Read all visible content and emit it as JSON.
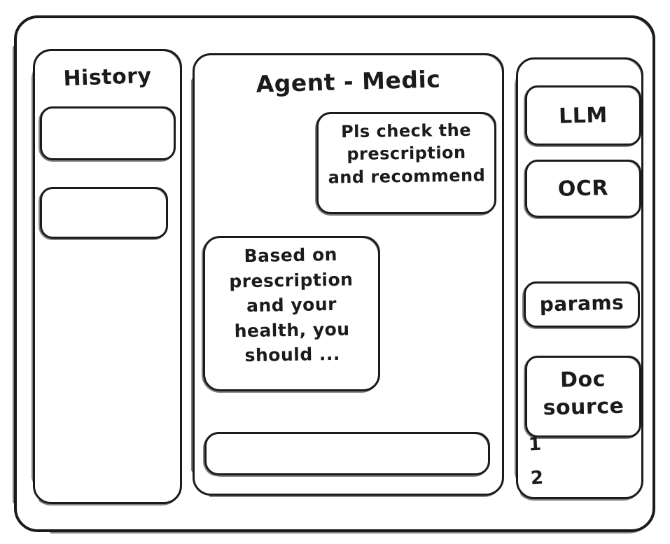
{
  "window": {
    "name": "agent-wireframe-sketch",
    "stroke_color": "#1b1b1b",
    "background_color": "#ffffff"
  },
  "sidebar": {
    "title": "History",
    "items": [
      {
        "label": ""
      },
      {
        "label": ""
      }
    ]
  },
  "main": {
    "title": "Agent - Medic",
    "messages": [
      {
        "role": "user",
        "text": "Pls check the\nprescription\nand recommend"
      },
      {
        "role": "assistant",
        "text": "Based on\nprescription\nand your\nhealth, you\nshould ..."
      }
    ],
    "composer": {
      "value": "",
      "placeholder": ""
    }
  },
  "tools": {
    "buttons": [
      {
        "label": "LLM"
      },
      {
        "label": "OCR"
      },
      {
        "label": "params"
      }
    ],
    "doc_source": {
      "label": "Doc\nsource",
      "items": [
        {
          "label": "1"
        },
        {
          "label": "2"
        }
      ]
    }
  }
}
